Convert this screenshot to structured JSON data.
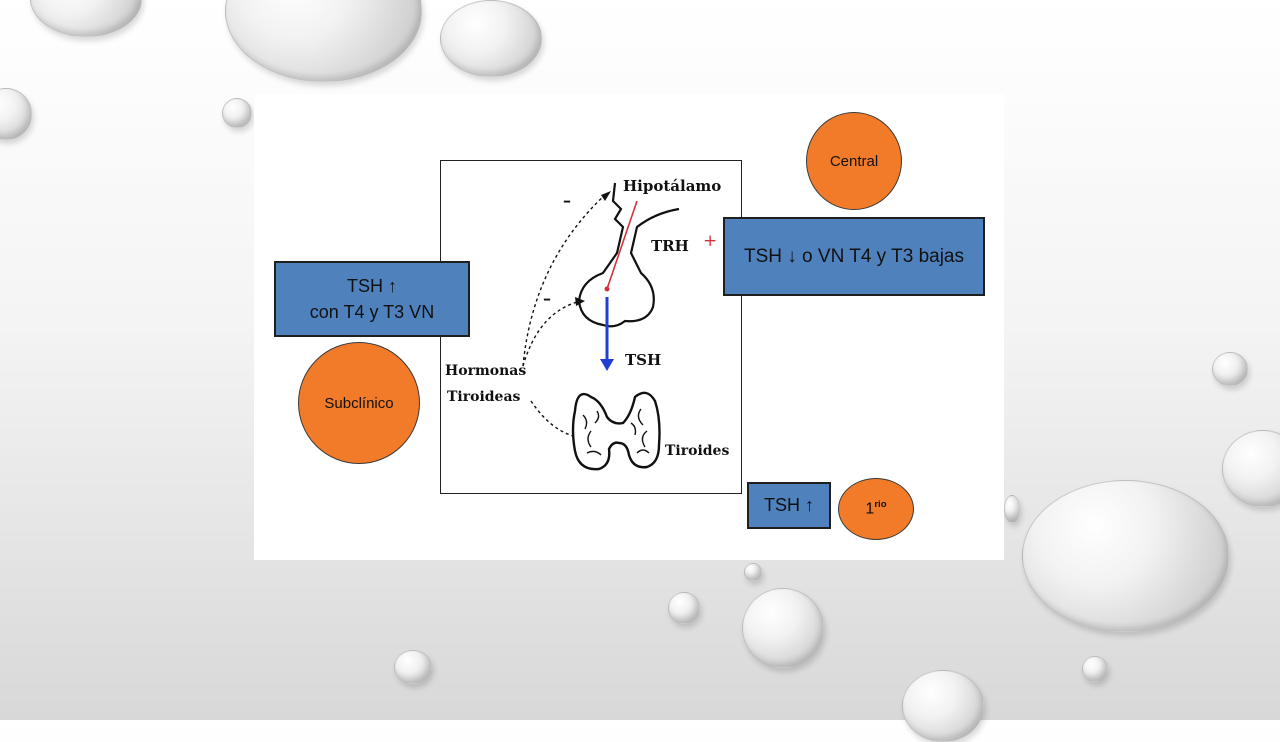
{
  "diagram": {
    "box_subclinico": {
      "line1": "TSH ↑",
      "line2": "con T4 y T3 VN"
    },
    "circle_subclinico": "Subclínico",
    "circle_central": "Central",
    "box_central": "TSH ↓ o VN T4 y T3 bajas",
    "box_primario": "TSH ↑",
    "circle_primario": {
      "base": "1",
      "sup": "rio"
    },
    "labels": {
      "hipotalamo": "Hipotálamo",
      "trh": "TRH",
      "plus": "+",
      "tsh": "TSH",
      "hormonas": "Hormonas",
      "tiroideas": "Tiroideas",
      "tiroides": "Tiroides",
      "minus_top": "–",
      "minus_mid": "–"
    },
    "colors": {
      "box_blue": "#4f81bd",
      "circle_orange": "#f27b2a",
      "tsh_arrow": "#1f3fd6",
      "trh_line": "#d4313a"
    }
  }
}
